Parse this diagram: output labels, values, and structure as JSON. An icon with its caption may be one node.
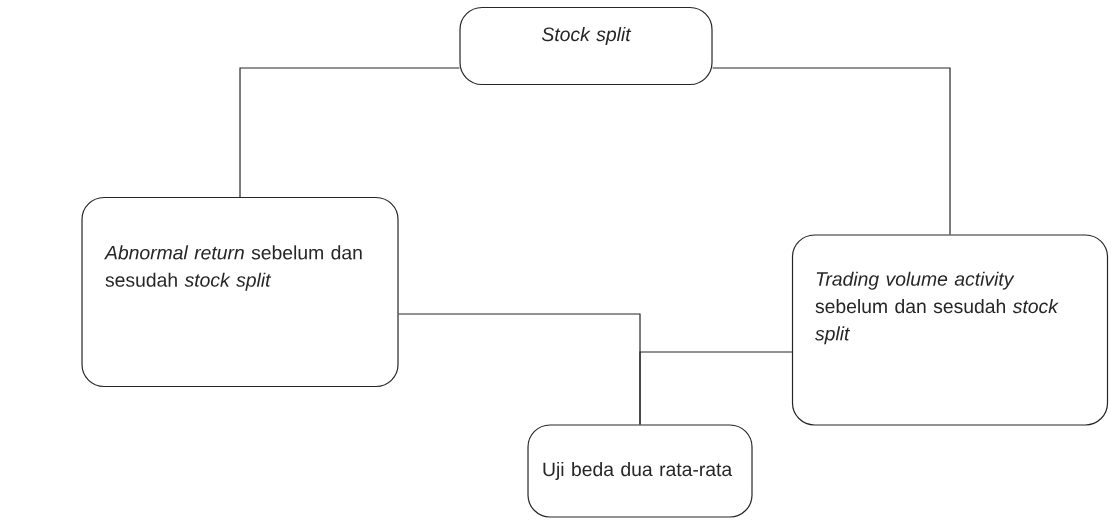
{
  "diagram": {
    "nodes": [
      {
        "text": [
          "Stock split"
        ]
      },
      {
        "text": [
          "*Abnormal return* sebelum dan sesudah *stock split*"
        ]
      },
      {
        "text": [
          "*Trading volume activity* sebelum dan sesudah *stock split*"
        ]
      },
      {
        "text": [
          "Uji beda dua rata-rata"
        ]
      }
    ],
    "edges": [
      {
        "from": 0,
        "to": 1,
        "arrow": "none"
      },
      {
        "from": 0,
        "to": 2,
        "arrow": "none"
      },
      {
        "from": 1,
        "to": 3,
        "arrow": "none"
      },
      {
        "from": 2,
        "to": 3,
        "arrow": "none"
      }
    ]
  }
}
